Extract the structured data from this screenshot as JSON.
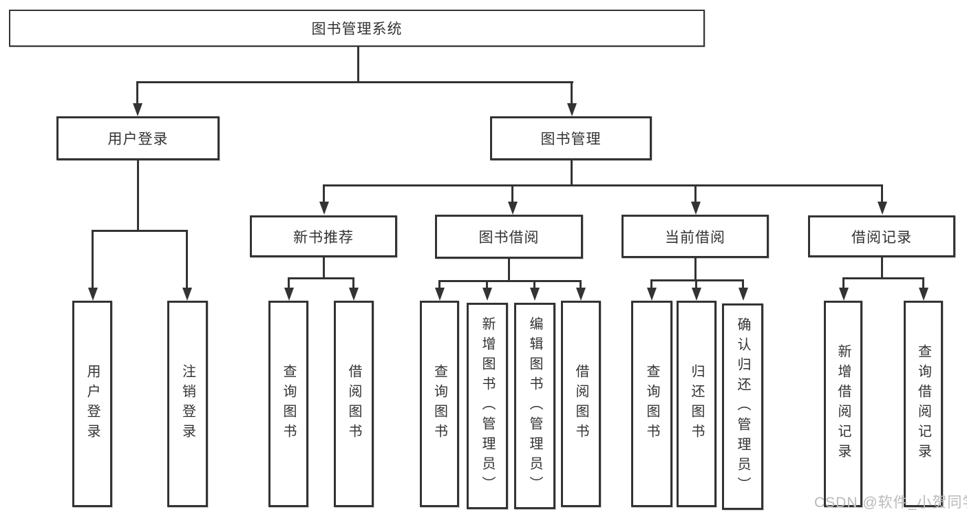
{
  "diagram": {
    "title": "图书管理系统",
    "type": "functional-structure-tree",
    "colors": {
      "line": "#333333",
      "box_border": "#333333",
      "box_background": "#ffffff",
      "text": "#333333",
      "watermark_text": "#b9b9b9",
      "page_background": "#ffffff"
    },
    "watermark": "CSDN @软件_小贺同学",
    "nodes": {
      "root": {
        "label": "图书管理系统"
      },
      "user_login_group": {
        "label": "用户登录"
      },
      "book_mgmt_group": {
        "label": "图书管理"
      },
      "new_book_rec": {
        "label": "新书推荐"
      },
      "book_borrow": {
        "label": "图书借阅"
      },
      "current_borrow": {
        "label": "当前借阅"
      },
      "borrow_record": {
        "label": "借阅记录"
      },
      "leaf_user_login": {
        "label": "用户登录"
      },
      "leaf_logout": {
        "label": "注销登录"
      },
      "leaf_query_book_rec": {
        "label": "查询图书"
      },
      "leaf_borrow_book_rec": {
        "label": "借阅图书"
      },
      "leaf_query_book_borrow": {
        "label": "查询图书"
      },
      "leaf_add_book_admin": {
        "label": "新增图书（管理员）"
      },
      "leaf_edit_book_admin": {
        "label": "编辑图书（管理员）"
      },
      "leaf_borrow_book_borrow": {
        "label": "借阅图书"
      },
      "leaf_query_book_current": {
        "label": "查询图书"
      },
      "leaf_return_book": {
        "label": "归还图书"
      },
      "leaf_confirm_return_admin": {
        "label": "确认归还（管理员）"
      },
      "leaf_add_borrow_record": {
        "label": "新增借阅记录"
      },
      "leaf_query_borrow_record": {
        "label": "查询借阅记录"
      }
    },
    "hierarchy": {
      "图书管理系统": {
        "用户登录": [
          "用户登录",
          "注销登录"
        ],
        "图书管理": {
          "新书推荐": [
            "查询图书",
            "借阅图书"
          ],
          "图书借阅": [
            "查询图书",
            "新增图书（管理员）",
            "编辑图书（管理员）",
            "借阅图书"
          ],
          "当前借阅": [
            "查询图书",
            "归还图书",
            "确认归还（管理员）"
          ],
          "借阅记录": [
            "新增借阅记录",
            "查询借阅记录"
          ]
        }
      }
    }
  }
}
